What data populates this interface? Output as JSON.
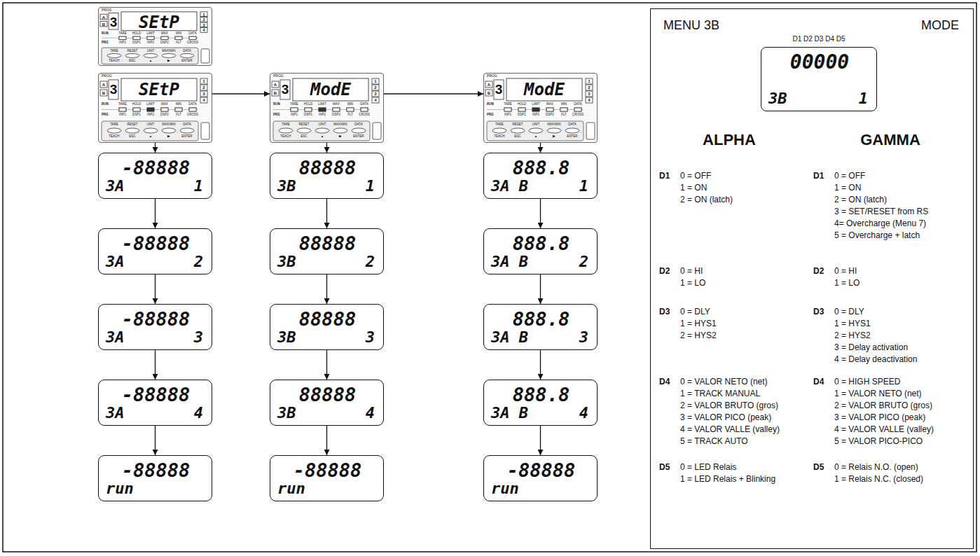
{
  "diagram": {
    "nodes": [
      {
        "text": [
          "PROG",
          "A",
          "B",
          "3",
          "SEtP",
          "1",
          "2",
          "3",
          "4",
          "RUN",
          "TARE",
          "HOLD",
          "LIMIT",
          "MAX",
          "MIN",
          "DATA",
          "PRG",
          "INP1",
          "DSP1",
          "INP2",
          "DSP2",
          "FLT",
          "CROSS",
          "TARE",
          "RESET",
          "UNIT",
          "MAX/MIN",
          "DATA",
          "TEACH",
          "ESC",
          "▲",
          "▶",
          "ENTER"
        ]
      },
      {
        "text": [
          "PROG",
          "A",
          "B",
          "3",
          "SEtP",
          "1",
          "2",
          "3",
          "4",
          "RUN",
          "TARE",
          "HOLD",
          "LIMIT",
          "MAX",
          "MIN",
          "DATA",
          "PRG",
          "INP1",
          "DSP1",
          "INP2",
          "DSP2",
          "FLT",
          "CROSS",
          "TARE",
          "RESET",
          "UNIT",
          "MAX/MIN",
          "DATA",
          "TEACH",
          "ESC",
          "▲",
          "▶",
          "ENTER"
        ]
      },
      {
        "text": [
          "PROG",
          "A",
          "B",
          "3",
          "ModE",
          "1",
          "2",
          "3",
          "4",
          "RUN",
          "TARE",
          "HOLD",
          "LIMIT",
          "MAX",
          "MIN",
          "DATA",
          "PRG",
          "INP1",
          "DSP1",
          "INP2",
          "DSP2",
          "FLT",
          "CROSS",
          "TARE",
          "RESET",
          "UNIT",
          "MAX/MIN",
          "DATA",
          "TEACH",
          "ESC",
          "▲",
          "▶",
          "ENTER"
        ]
      },
      {
        "text": [
          "PROG",
          "A",
          "B",
          "3",
          "ModE",
          "1",
          "2",
          "3",
          "4",
          "RUN",
          "TARE",
          "HOLD",
          "LIMIT",
          "MAX",
          "MIN",
          "DATA",
          "PRG",
          "INP1",
          "DSP1",
          "INP2",
          "DSP2",
          "FLT",
          "CROSS",
          "TARE",
          "RESET",
          "UNIT",
          "MAX/MIN",
          "DATA",
          "TEACH",
          "ESC",
          "▲",
          "▶",
          "ENTER"
        ]
      },
      {
        "text": [
          "-88888",
          "3A",
          "1"
        ]
      },
      {
        "text": [
          "-88888",
          "3A",
          "2"
        ]
      },
      {
        "text": [
          "-88888",
          "3A",
          "3"
        ]
      },
      {
        "text": [
          "-88888",
          "3A",
          "4"
        ]
      },
      {
        "text": [
          "-88888",
          "run"
        ]
      },
      {
        "text": [
          "88888",
          "3B",
          "1"
        ]
      },
      {
        "text": [
          "88888",
          "3B",
          "2"
        ]
      },
      {
        "text": [
          "88888",
          "3B",
          "3"
        ]
      },
      {
        "text": [
          "88888",
          "3B",
          "4"
        ]
      },
      {
        "text": [
          "-88888",
          "run"
        ]
      },
      {
        "text": [
          "888.8",
          "3A B",
          "1"
        ]
      },
      {
        "text": [
          "888.8",
          "3A B",
          "2"
        ]
      },
      {
        "text": [
          "888.8",
          "3A B",
          "3"
        ]
      },
      {
        "text": [
          "888.8",
          "3A B",
          "4"
        ]
      },
      {
        "text": [
          "-88888",
          "run"
        ]
      },
      {
        "text": [
          "MENU 3B",
          "MODE",
          "D1 D2 D3 D4 D5",
          "ALPHA",
          "GAMMA",
          "D1",
          "0 = OFF",
          "1 = ON",
          "2 = ON (latch)",
          "D2",
          "0 = HI",
          "1 = LO",
          "D3",
          "0 = DLY",
          "1 = HYS1",
          "2 = HYS2",
          "D4",
          "0 = VALOR NETO (net)",
          "1 = TRACK MANUAL",
          "2 = VALOR BRUTO (gros)",
          "3 = VALOR PICO (peak)",
          "4 = VALOR VALLE (valley)",
          "5 = TRACK AUTO",
          "D5",
          "0 = LED Relais",
          "1 = LED Relais + Blinking",
          "D1",
          "0 = OFF",
          "1 = ON",
          "2 = ON (latch)",
          "3 = SET/RESET from RS",
          "4= Overcharge (Menu 7)",
          "5 = Overcharge + latch",
          "D2",
          "0 = HI",
          "1 = LO",
          "D3",
          "0 = DLY",
          "1 = HYS1",
          "2 = HYS2",
          "3 = Delay activation",
          "4 = Delay deactivation",
          "D4",
          "0 = HIGH SPEED",
          "1 = VALOR NETO (net)",
          "2 = VALOR BRUTO (gros)",
          "3 = VALOR PICO (peak)",
          "4 = VALOR VALLE (valley)",
          "5 = VALOR PICO-PICO",
          "D5",
          "0 = Relais N.O. (open)",
          "1 = Relais N.C. (closed)"
        ]
      },
      {
        "text": [
          "00000",
          "3B",
          "1"
        ],
        "in": 19
      }
    ],
    "edges": [
      {
        "from": 1,
        "to": 2,
        "arrow": "to"
      },
      {
        "from": 2,
        "to": 3,
        "arrow": "to"
      },
      {
        "from": 1,
        "to": 4,
        "arrow": "to"
      },
      {
        "from": 4,
        "to": 5,
        "arrow": "to"
      },
      {
        "from": 5,
        "to": 6,
        "arrow": "to"
      },
      {
        "from": 6,
        "to": 7,
        "arrow": "to"
      },
      {
        "from": 7,
        "to": 8,
        "arrow": "to"
      },
      {
        "from": 2,
        "to": 9,
        "arrow": "to"
      },
      {
        "from": 9,
        "to": 10,
        "arrow": "to"
      },
      {
        "from": 10,
        "to": 11,
        "arrow": "to"
      },
      {
        "from": 11,
        "to": 12,
        "arrow": "to"
      },
      {
        "from": 12,
        "to": 13,
        "arrow": "to"
      },
      {
        "from": 3,
        "to": 14,
        "arrow": "to"
      },
      {
        "from": 14,
        "to": 15,
        "arrow": "to"
      },
      {
        "from": 15,
        "to": 16,
        "arrow": "to"
      },
      {
        "from": 16,
        "to": 17,
        "arrow": "to"
      },
      {
        "from": 17,
        "to": 18,
        "arrow": "to"
      }
    ]
  }
}
